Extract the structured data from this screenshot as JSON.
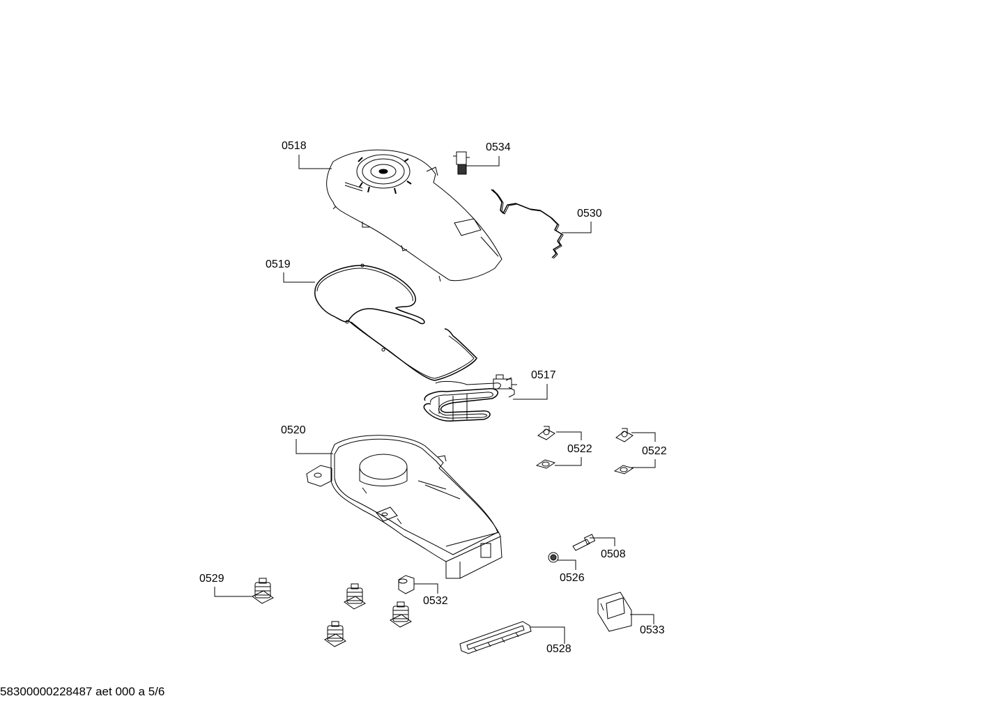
{
  "diagram": {
    "parts": [
      {
        "id": "p0518",
        "label": "0518"
      },
      {
        "id": "p0534",
        "label": "0534"
      },
      {
        "id": "p0530",
        "label": "0530"
      },
      {
        "id": "p0519",
        "label": "0519"
      },
      {
        "id": "p0517",
        "label": "0517"
      },
      {
        "id": "p0520",
        "label": "0520"
      },
      {
        "id": "p0522a",
        "label": "0522"
      },
      {
        "id": "p0522b",
        "label": "0522"
      },
      {
        "id": "p0508",
        "label": "0508"
      },
      {
        "id": "p0526",
        "label": "0526"
      },
      {
        "id": "p0529",
        "label": "0529"
      },
      {
        "id": "p0532",
        "label": "0532"
      },
      {
        "id": "p0533",
        "label": "0533"
      },
      {
        "id": "p0528",
        "label": "0528"
      }
    ]
  },
  "footer": {
    "text": "58300000228487 aet 000 a 5/6"
  }
}
